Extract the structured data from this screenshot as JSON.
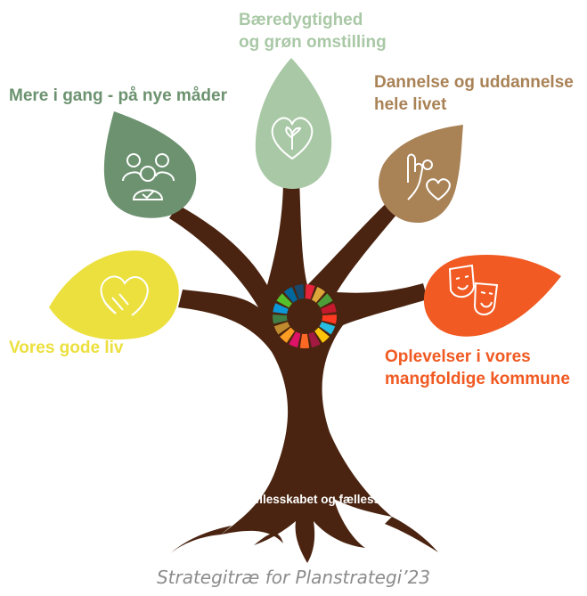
{
  "colors": {
    "trunk": "#4a2410",
    "bæredygtighed": "#a9c8a6",
    "mere_i_gang": "#6c9270",
    "dannelse": "#a98256",
    "vores_gode_liv": "#ece03e",
    "oplevelser": "#f15a22"
  },
  "branches": {
    "baeredygtighed": {
      "line1": "Bæredygtighed",
      "line2": "og grøn omstilling",
      "icon": "heart-sprout-icon"
    },
    "mere_i_gang": {
      "label": "Mere i gang - på nye måder",
      "icon": "people-check-icon"
    },
    "dannelse": {
      "line1": "Dannelse og uddannelse",
      "line2": "hele livet",
      "icon": "hand-heart-icon"
    },
    "vores_gode_liv": {
      "label": "Vores gode liv",
      "icon": "hands-heart-icon"
    },
    "oplevelser": {
      "line1": "Oplevelser i vores",
      "line2": "mangfoldige kommune",
      "icon": "theatre-masks-icon"
    }
  },
  "trunk_label": "Fællesskabet og fællesskaber",
  "center_icon": "sdg-wheel-icon",
  "caption": "Strategitræ for Planstrategi’23"
}
